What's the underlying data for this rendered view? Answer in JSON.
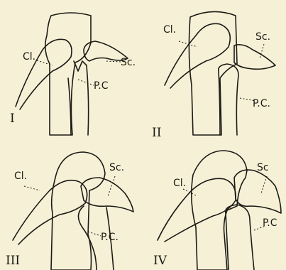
{
  "colors": {
    "background": "#f6f1d6",
    "ink": "#1c1a16"
  },
  "panels": [
    {
      "numeral": "I",
      "labels": {
        "clavicle": "Cl.",
        "scapula": "Sc.",
        "procoracoid": "P.C"
      }
    },
    {
      "numeral": "II",
      "labels": {
        "clavicle": "Cl.",
        "scapula": "Sc.",
        "procoracoid": "P.C."
      }
    },
    {
      "numeral": "III",
      "labels": {
        "clavicle": "Cl.",
        "scapula": "Sc.",
        "procoracoid": "P.C."
      }
    },
    {
      "numeral": "IV",
      "labels": {
        "clavicle": "Cl.",
        "scapula": "Sc",
        "procoracoid": "P.C"
      }
    }
  ]
}
